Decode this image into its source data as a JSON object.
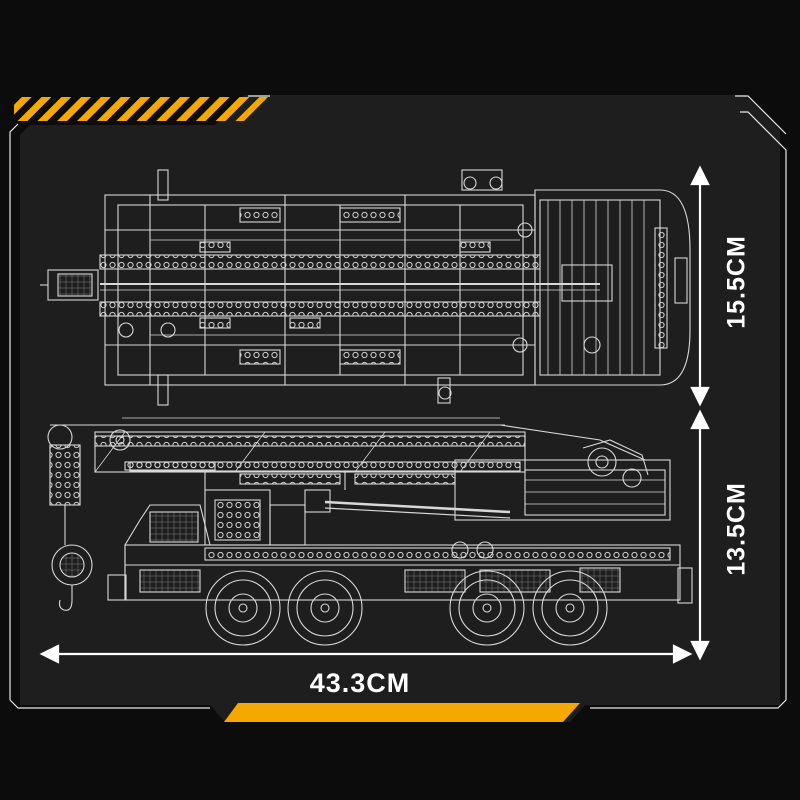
{
  "dimensions": {
    "width_label": "43.3CM",
    "height_top_label": "15.5CM",
    "height_side_label": "13.5CM"
  },
  "colors": {
    "background": "#0c0c0c",
    "panel": "#1e1e1e",
    "accent": "#f5a800",
    "line": "#d8d8d8"
  },
  "views": [
    "top-view",
    "side-view"
  ]
}
